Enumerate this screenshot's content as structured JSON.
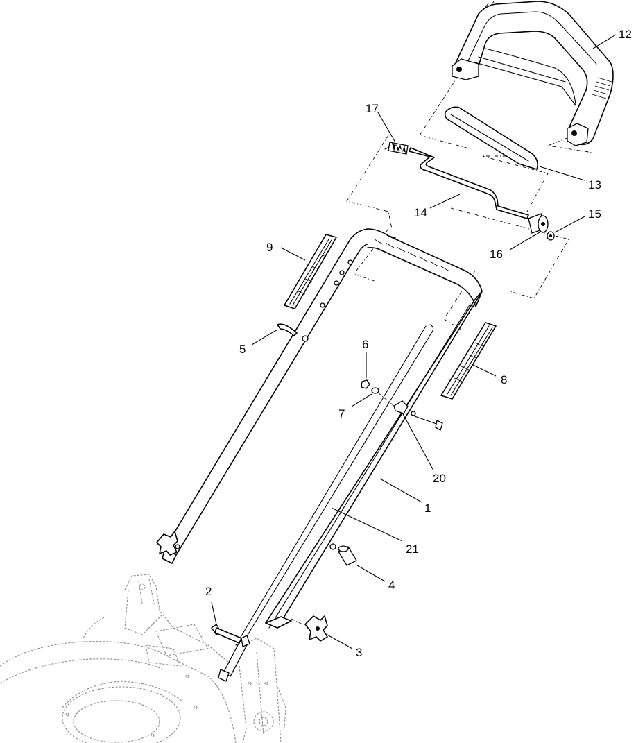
{
  "diagram": {
    "type": "exploded-parts-view",
    "callouts": [
      {
        "id": "1",
        "label": "1"
      },
      {
        "id": "2",
        "label": "2"
      },
      {
        "id": "3",
        "label": "3"
      },
      {
        "id": "4",
        "label": "4"
      },
      {
        "id": "5",
        "label": "5"
      },
      {
        "id": "6",
        "label": "6"
      },
      {
        "id": "7",
        "label": "7"
      },
      {
        "id": "8",
        "label": "8"
      },
      {
        "id": "9",
        "label": "9"
      },
      {
        "id": "12",
        "label": "12"
      },
      {
        "id": "13",
        "label": "13"
      },
      {
        "id": "14",
        "label": "14"
      },
      {
        "id": "15",
        "label": "15"
      },
      {
        "id": "16",
        "label": "16"
      },
      {
        "id": "17",
        "label": "17"
      },
      {
        "id": "20",
        "label": "20"
      },
      {
        "id": "21",
        "label": "21"
      }
    ]
  }
}
